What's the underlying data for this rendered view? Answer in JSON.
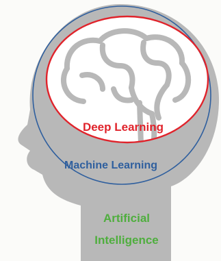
{
  "labels": {
    "deep_learning": "Deep Learning",
    "machine_learning": "Machine Learning",
    "ai_line1": "Artificial",
    "ai_line2": "Intelligence"
  },
  "colors": {
    "head": "#b8b8b8",
    "brain_fill": "#ffffff",
    "brain_lines": "#b8b8b8",
    "deep_learning": "#e0232b",
    "machine_learning": "#2f5f9e",
    "artificial_intelligence": "#4fae3e"
  }
}
